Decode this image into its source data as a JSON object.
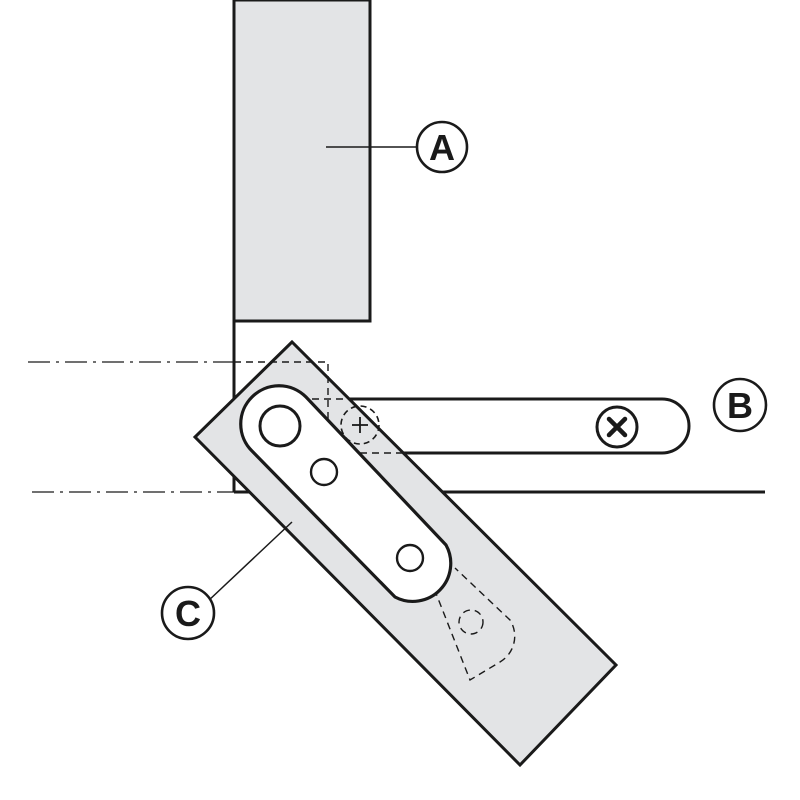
{
  "callouts": {
    "a": {
      "label": "A"
    },
    "b": {
      "label": "B"
    },
    "c": {
      "label": "C"
    }
  },
  "colors": {
    "line": "#1a1a1a",
    "panel_fill": "#e3e4e6",
    "background": "#ffffff"
  },
  "icons": {
    "screw_b": "screw-cross-icon",
    "screw_hidden": "screw-cross-dashed-icon"
  }
}
